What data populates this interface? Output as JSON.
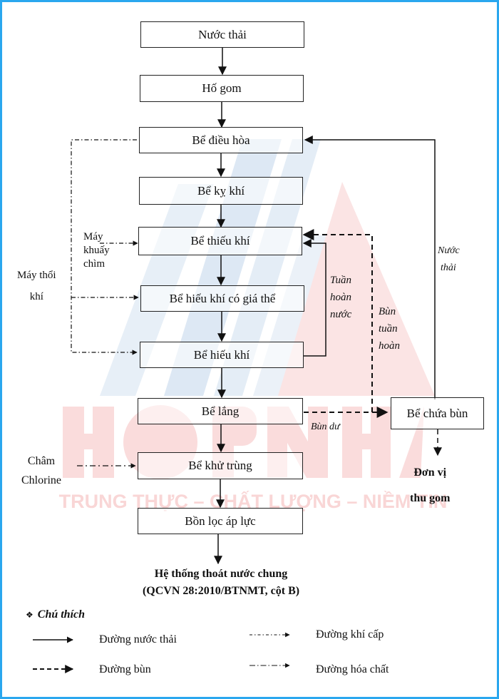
{
  "watermark": {
    "brand": "HOPNHAT",
    "slogan": "TRUNG THỰC – CHẤT LƯỢNG – NIỀM TIN",
    "colors": {
      "blue": "#dbe6f3",
      "red": "#f9dcdc",
      "border": "#2aa7ee"
    }
  },
  "process_boxes": [
    {
      "id": "nuoc-thai",
      "label": "Nước thải"
    },
    {
      "id": "ho-gom",
      "label": "Hố gom"
    },
    {
      "id": "be-dieu-hoa",
      "label": "Bể điều hòa"
    },
    {
      "id": "be-ky-khi",
      "label": "Bể kỵ khí"
    },
    {
      "id": "be-thieu-khi",
      "label": "Bể thiếu khí"
    },
    {
      "id": "be-hieu-khi-gia-the",
      "label": "Bể hiếu khí có giá thể"
    },
    {
      "id": "be-hieu-khi",
      "label": "Bể hiếu khí"
    },
    {
      "id": "be-lang",
      "label": "Bể lắng"
    },
    {
      "id": "be-khu-trung",
      "label": "Bể khử trùng"
    },
    {
      "id": "bon-loc-ap-luc",
      "label": "Bồn lọc áp lực"
    },
    {
      "id": "be-chua-bun",
      "label": "Bể chứa bùn"
    }
  ],
  "labels": {
    "may_khuay_chim": [
      "Máy",
      "khuấy",
      "chìm"
    ],
    "may_thoi_khi": [
      "Máy thổi",
      "khí"
    ],
    "cham_chlorine": [
      "Châm",
      "Chlorine"
    ],
    "tuan_hoan_nuoc": [
      "Tuần",
      "hoàn",
      "nước"
    ],
    "bun_tuan_hoan": [
      "Bùn",
      "tuần",
      "hoàn"
    ],
    "nuoc_thai_return": [
      "Nước",
      "thải"
    ],
    "bun_du": "Bùn dư",
    "don_vi_thu_gom": [
      "Đơn vị",
      "thu gom"
    ],
    "output_line1": "Hệ thống thoát nước chung",
    "output_line2": "(QCVN 28:2010/BTNMT, cột B)"
  },
  "legend": {
    "title": "Chú thích",
    "bullet": "❖",
    "items": [
      {
        "style": "solid",
        "label": "Đường nước thải"
      },
      {
        "style": "dash-dot-dot",
        "label": "Đường khí cấp"
      },
      {
        "style": "dashed",
        "label": "Đường bùn"
      },
      {
        "style": "dash-dot",
        "label": "Đường hóa chất"
      }
    ]
  }
}
